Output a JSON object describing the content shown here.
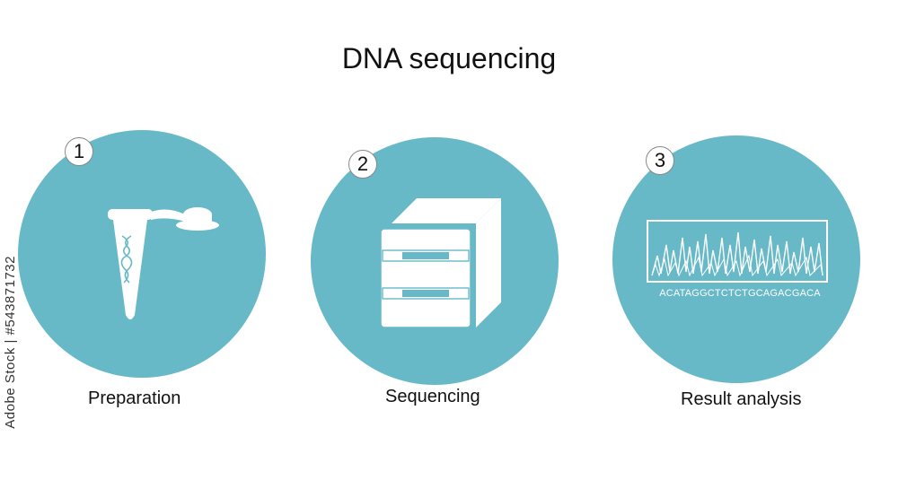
{
  "title": "DNA sequencing",
  "colors": {
    "circle": "#67b9c8",
    "icon": "#ffffff"
  },
  "steps": [
    {
      "number": "1",
      "label": "Preparation",
      "icon": "microcentrifuge-tube-icon"
    },
    {
      "number": "2",
      "label": "Sequencing",
      "icon": "sequencer-machine-icon"
    },
    {
      "number": "3",
      "label": "Result analysis",
      "icon": "chromatogram-icon",
      "sequence": "ACATAGGCTCTCTGCAGACGACA"
    }
  ],
  "watermark": "Adobe Stock | #543871732"
}
